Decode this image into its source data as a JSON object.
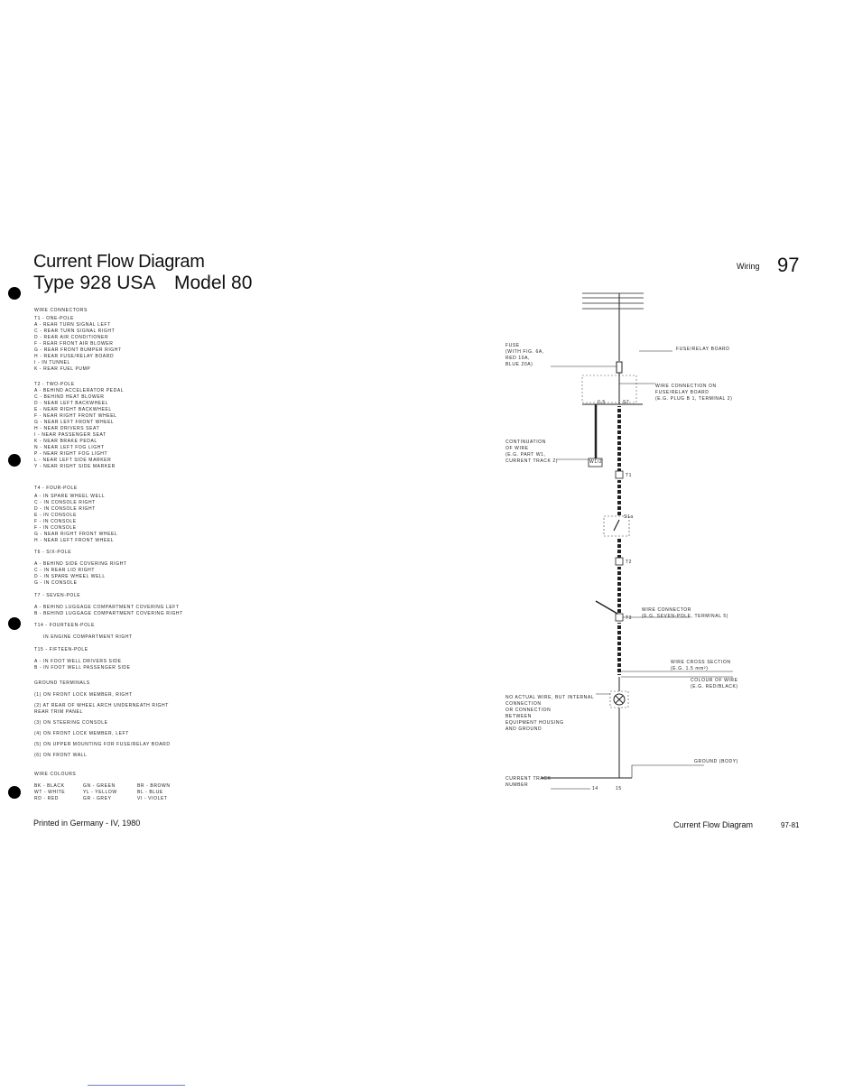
{
  "header": {
    "title": "Current Flow Diagram",
    "type_line": "Type 928  USA",
    "model": "Model 80",
    "section": "Wiring",
    "page_number": "97"
  },
  "legend": {
    "wire_connectors_heading": "WIRE CONNECTORS",
    "groups": [
      {
        "heading": "T1 - ONE-POLE",
        "items": [
          "A - REAR TURN SIGNAL LEFT",
          "C - REAR TURN SIGNAL RIGHT",
          "D - REAR AIR CONDITIONER",
          "F - REAR FRONT AIR BLOWER",
          "G - REAR FRONT BUMPER RIGHT",
          "H - REAR FUSE/RELAY BOARD",
          "I - IN TUNNEL",
          "K - REAR FUEL PUMP"
        ]
      },
      {
        "heading": "T2 - TWO-POLE",
        "items": [
          "A - BEHIND ACCELERATOR PEDAL",
          "C - BEHIND HEAT BLOWER",
          "D - NEAR LEFT BACKWHEEL",
          "E - NEAR RIGHT BACKWHEEL",
          "F - NEAR RIGHT FRONT WHEEL",
          "G - NEAR LEFT FRONT WHEEL",
          "H - NEAR DRIVERS SEAT",
          "I - NEAR PASSENGER SEAT",
          "K - NEAR BRAKE PEDAL",
          "N - NEAR LEFT FOG LIGHT",
          "P - NEAR RIGHT FOG LIGHT",
          "L - NEAR LEFT SIDE MARKER",
          "Y - NEAR RIGHT SIDE MARKER"
        ]
      },
      {
        "heading": "T4 - FOUR-POLE",
        "items": [
          "A - IN SPARE WHEEL WELL",
          "C - IN CONSOLE RIGHT",
          "D - IN CONSOLE RIGHT",
          "E - IN CONSOLE",
          "F - IN CONSOLE",
          "F - IN CONSOLE",
          "G - NEAR RIGHT FRONT WHEEL",
          "H - NEAR LEFT FRONT WHEEL"
        ]
      },
      {
        "heading": "T6 - SIX-POLE",
        "items": [
          "A - BEHIND SIDE COVERING RIGHT",
          "C - IN REAR LID RIGHT",
          "D - IN SPARE WHEEL WELL",
          "G - IN CONSOLE"
        ]
      },
      {
        "heading": "T7 - SEVEN-POLE",
        "items": [
          "A - BEHIND LUGGAGE COMPARTMENT COVERING LEFT",
          "B - BEHIND LUGGAGE COMPARTMENT COVERING RIGHT"
        ]
      },
      {
        "heading": "T14 - FOURTEEN-POLE",
        "items": [
          "IN ENGINE COMPARTMENT RIGHT"
        ]
      },
      {
        "heading": "T15 - FIFTEEN-POLE",
        "items": [
          "A - IN FOOT WELL DRIVERS SIDE",
          "B - IN FOOT WELL PASSENGER SIDE"
        ]
      }
    ],
    "ground_heading": "GROUND TERMINALS",
    "ground_items": [
      "(1) ON FRONT LOCK MEMBER, RIGHT",
      "(2) AT REAR OF WHEEL ARCH UNDERNEATH RIGHT REAR TRIM PANEL",
      "(3) ON STEERING CONSOLE",
      "(4) ON FRONT LOCK MEMBER, LEFT",
      "(5) ON UPPER MOUNTING FOR FUSE/RELAY BOARD",
      "(6) ON FRONT WALL"
    ],
    "colours_heading": "WIRE COLOURS",
    "colours": [
      [
        "BK - BLACK",
        "GN - GREEN",
        "BR - BROWN"
      ],
      [
        "WT - WHITE",
        "YL - YELLOW",
        "BL - BLUE"
      ],
      [
        "RD - RED",
        "GR - GREY",
        "VI - VIOLET"
      ]
    ]
  },
  "diagram": {
    "fuse_label": "FUSE\n(WITH FIG. 6A,\nRED 10A,\nBLUE 20A)",
    "board_label": "FUSE/RELAY BOARD",
    "wire_conn_label": "WIRE CONNECTION ON\nFUSE/RELAY BOARD\n(E.G. PLUG B 1, TERMINAL 2)",
    "continuation_label": "CONTINUATION\nOF WIRE\n(E.G. PART W1,\nCURRENT TRACK 2)",
    "wire_conn_seven_label": "WIRE CONNECTOR\n(E.G. SEVEN-POLE, TERMINAL 5)",
    "wire_cross_label": "WIRE CROSS SECTION\n(E.G. 1.5 mm²)",
    "wire_colour_label": "COLOUR OF WIRE\n(E.G. RED/BLACK)",
    "no_wire_label": "NO ACTUAL WIRE, BUT INTERNAL\nCONNECTION\nOR CONNECTION\nBETWEEN\nEQUIPMENT HOUSING\nAND GROUND",
    "ground_label": "GROUND (BODY)",
    "current_track_label": "CURRENT TRACK\nNUMBER",
    "wire_a": "0,5",
    "wire_b": "S7",
    "connector_t1": "T1",
    "connector_t2": "T2",
    "connector_t3": "T3",
    "switch_label": "S1a",
    "continuation_box": "W1/2",
    "track_left": "14",
    "track_right": "15"
  },
  "footer": {
    "printed": "Printed in Germany - IV, 1980",
    "title": "Current Flow Diagram",
    "code": "97-81"
  }
}
